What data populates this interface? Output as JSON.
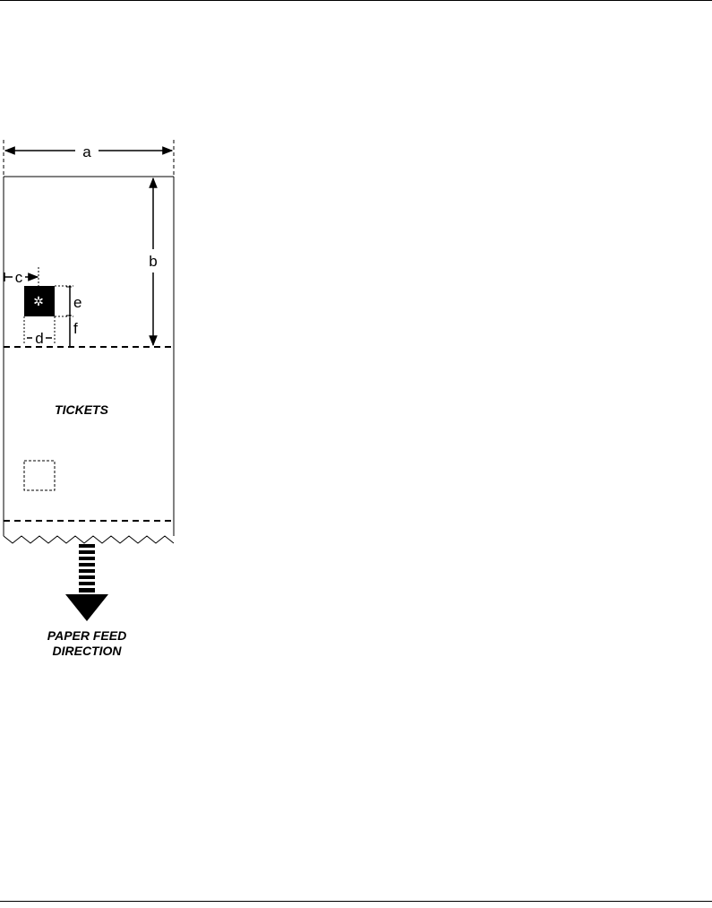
{
  "diagram": {
    "dimensions": {
      "a": "a",
      "b": "b",
      "c": "c",
      "d": "d",
      "e": "e",
      "f": "f"
    },
    "ticket_label": "TICKETS",
    "feed_label_line1": "PAPER FEED",
    "feed_label_line2": "DIRECTION",
    "sensor_mark_glyph": "✲",
    "colors": {
      "ink": "#000000",
      "paper": "#ffffff"
    }
  }
}
